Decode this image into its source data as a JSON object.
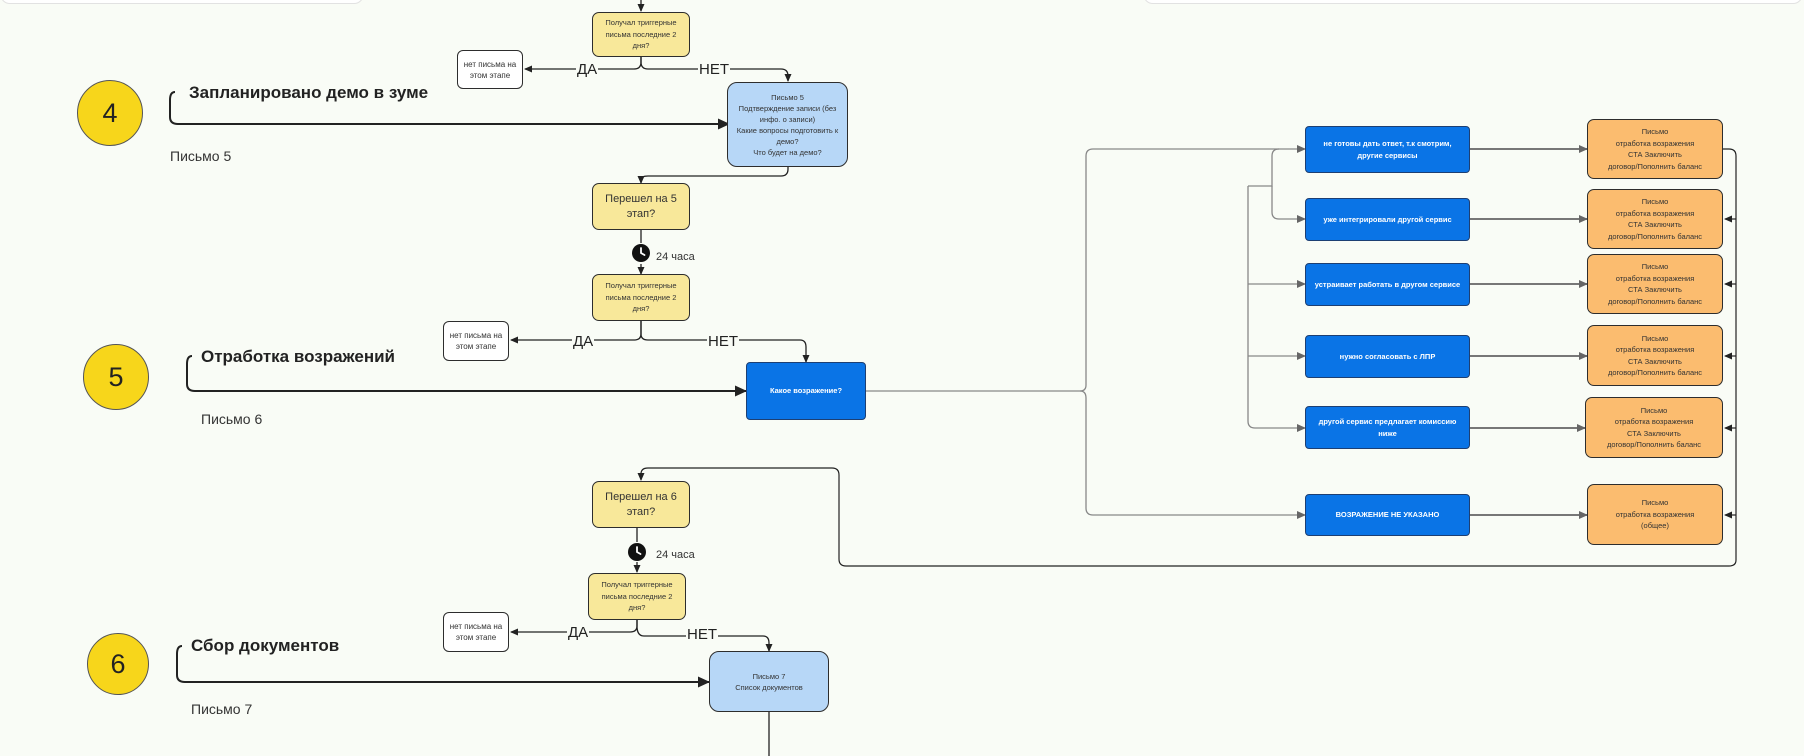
{
  "stages": [
    {
      "number": "4",
      "title": "Запланировано демо в зуме",
      "letter": "Письмо 5"
    },
    {
      "number": "5",
      "title": "Отработка возражений",
      "letter": "Письмо 6"
    },
    {
      "number": "6",
      "title": "Сбор документов",
      "letter": "Письмо 7"
    }
  ],
  "flow": {
    "trigger_check": "Получал триггерные\nписьма последние 2\nдня?",
    "no_letter": "нет письма на\nэтом этапе",
    "yes_label": "ДА",
    "no_label": "НЕТ",
    "moved_stage5": "Перешел на 5\nэтап?",
    "moved_stage6": "Перешел на 6\nэтап?",
    "delay": "24 часа",
    "letter5": "Письмо 5\nПодтверждение записи (без\nинфо. о записи)\nКакие вопросы подготовить к\nдемо?\nЧто будет на демо?",
    "objection_question": "Какое возражение?",
    "letter7": "Письмо 7\nСписок документов"
  },
  "objections": [
    "не готовы дать ответ, т.к смотрим,\nдругие сервисы",
    "уже интегрировали другой сервис",
    "устраивает работать в другом сервисе",
    "нужно согласовать с ЛПР",
    "другой сервис предлагает комиссию\nниже",
    "ВОЗРАЖЕНИЕ НЕ УКАЗАНО"
  ],
  "responses": [
    "Письмо\nотработка возражения\nСТА Заключить\nдоговор/Пополнить баланс",
    "Письмо\nотработка возражения\nСТА Заключить\nдоговор/Пополнить баланс",
    "Письмо\nотработка возражения\nСТА Заключить\nдоговор/Пополнить баланс",
    "Письмо\nотработка возражения\nСТА Заключить\nдоговор/Пополнить баланс",
    "Письмо\nотработка возражения\nСТА Заключить\nдоговор/Пополнить баланс",
    "Письмо\nотработка возражения\n(общее)"
  ]
}
